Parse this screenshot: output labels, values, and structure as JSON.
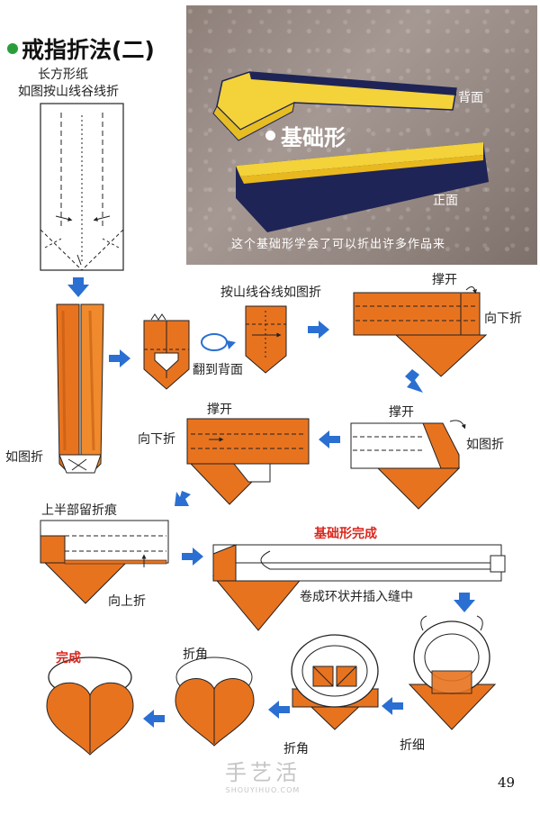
{
  "title": "戒指折法(二)",
  "labels": {
    "rect_paper": "长方形纸",
    "fold_instruction": "如图按山线谷线折",
    "fold_as_shown_1": "如图折",
    "flip_back": "翻到背面",
    "mountain_valley": "按山线谷线如图折",
    "open_1": "撑开",
    "fold_down_1": "向下折",
    "open_2": "撑开",
    "fold_as_shown_2": "如图折",
    "fold_down_2": "向下折",
    "keep_crease": "上半部留折痕",
    "fold_up": "向上折",
    "base_done": "基础形完成",
    "roll_insert": "卷成环状并插入缝中",
    "fold_thin": "折细",
    "fold_corner_1": "折角",
    "fold_corner_2": "折角",
    "done": "完成"
  },
  "photo": {
    "back": "背面",
    "base_form": "基础形",
    "front": "正面",
    "caption": "这个基础形学会了可以折出许多作品来"
  },
  "page_number": "49",
  "watermark": {
    "main": "手艺活",
    "sub": "SHOUYIHUO.COM"
  },
  "colors": {
    "orange": "#e8731f",
    "orange_light": "#f39a3c",
    "arrow_blue": "#2a6fd1",
    "title_dot": "#2a9d3a",
    "yellow": "#f3d23a",
    "navy": "#1f2456"
  }
}
